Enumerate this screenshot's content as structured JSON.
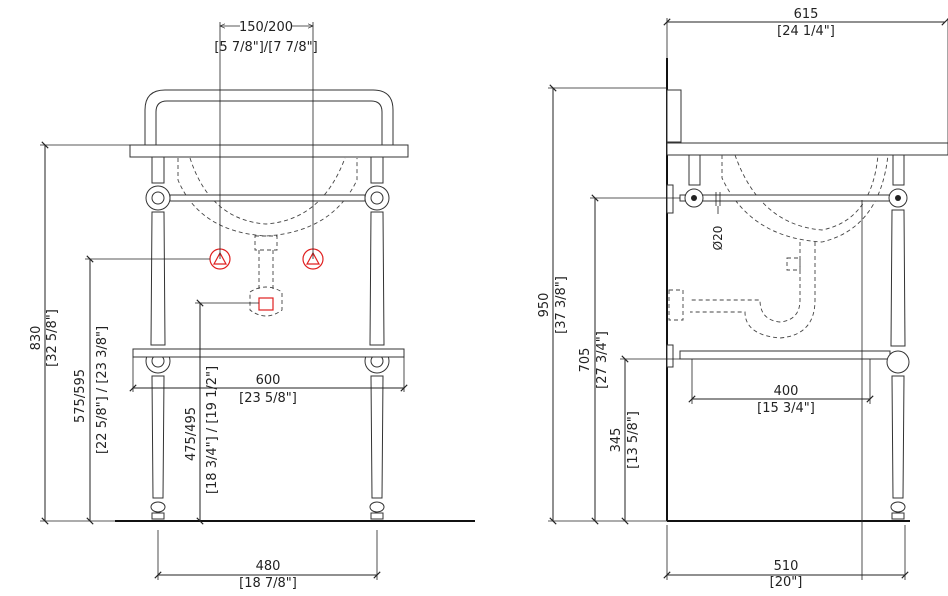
{
  "front": {
    "valve_spacing": "150/200",
    "valve_spacing_in": "[5 7/8\"]/[7 7/8\"]",
    "total_height": "830",
    "total_height_in": "[32 5/8\"]",
    "valve_height": "575/595",
    "valve_height_in": "[22 5/8\"] / [23 3/8\"]",
    "drain_height": "475/495",
    "drain_height_in": "[18 3/4\"] / [19 1/2\"]",
    "shelf_width": "600",
    "shelf_width_in": "[23 5/8\"]",
    "leg_spacing": "480",
    "leg_spacing_in": "[18 7/8\"]"
  },
  "side": {
    "depth": "615",
    "depth_in": "[24 1/4\"]",
    "overall_height": "950",
    "overall_height_in": "[37 3/8\"]",
    "rail_height": "705",
    "rail_height_in": "[27 3/4\"]",
    "pipe_diameter": "Ø20",
    "shelf_height": "345",
    "shelf_height_in": "[13 5/8\"]",
    "shelf_depth": "400",
    "shelf_depth_in": "[15 3/4\"]",
    "leg_depth": "510",
    "leg_depth_in": "[20\"]"
  },
  "colors": {
    "line": "#222222",
    "valve": "#e02020"
  }
}
